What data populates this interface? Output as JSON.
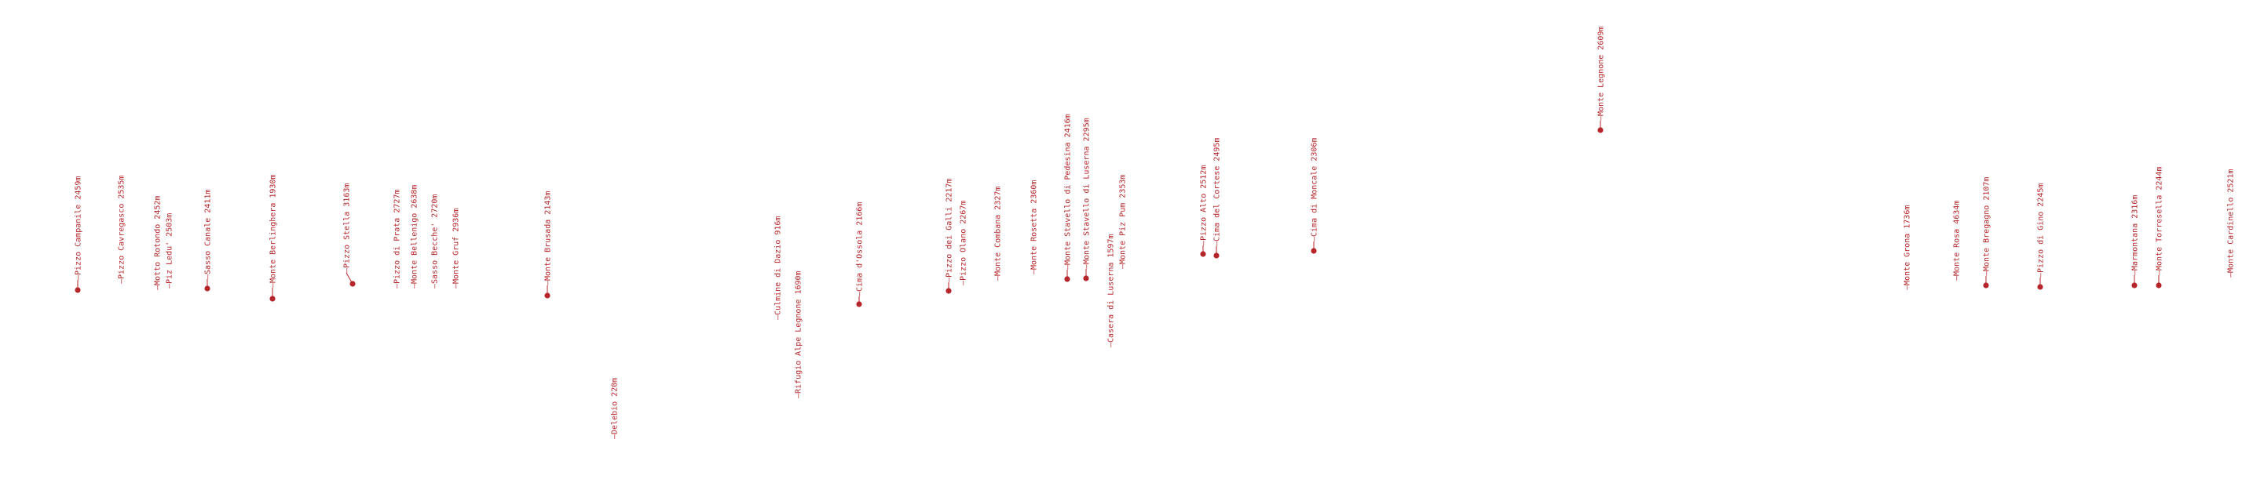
{
  "style": {
    "color": "#b5262b"
  },
  "peaks": [
    {
      "name": "Pizzo Campanile 2459m",
      "dot": true
    },
    {
      "name": "Pizzo Cavregasco 2535m",
      "dot": false
    },
    {
      "name": "Motto Rotondo 2452m",
      "dot": false
    },
    {
      "name": "Piz Ledu' 2503m",
      "dot": false
    },
    {
      "name": "Sasso Canale 2411m",
      "dot": true
    },
    {
      "name": "Monte Berlinghera 1930m",
      "dot": true
    },
    {
      "name": "Pizzo Stella 3163m",
      "dot": true
    },
    {
      "name": "Pizzo di Prata 2727m",
      "dot": false
    },
    {
      "name": "Monte Bellenigo 2638m",
      "dot": false
    },
    {
      "name": "Sasso Becche' 2720m",
      "dot": false
    },
    {
      "name": "Monte Gruf 2936m",
      "dot": false
    },
    {
      "name": "Monte Brusada 2143m",
      "dot": true
    },
    {
      "name": "Delebio 220m",
      "dot": false
    },
    {
      "name": "Culmine di Dazio 916m",
      "dot": false
    },
    {
      "name": "Rifugio Alpe Legnone 1690m",
      "dot": false
    },
    {
      "name": "Cima d'Ossola 2166m",
      "dot": true
    },
    {
      "name": "Pizzo dei Galli 2217m",
      "dot": true
    },
    {
      "name": "Pizzo Olano 2267m",
      "dot": false
    },
    {
      "name": "Monte Combana 2327m",
      "dot": false
    },
    {
      "name": "Monte Rosetta 2360m",
      "dot": false
    },
    {
      "name": "Monte Stavello di Pedesina 2416m",
      "dot": true
    },
    {
      "name": "Monte Stavello di Luserna 2295m",
      "dot": true
    },
    {
      "name": "Casera di Luserna 1597m",
      "dot": false
    },
    {
      "name": "Monte Piz Pum 2353m",
      "dot": false
    },
    {
      "name": "Pizzo Alto 2512m",
      "dot": true
    },
    {
      "name": "Cima del Cortese 2495m",
      "dot": true
    },
    {
      "name": "Cima di Moncale 2306m",
      "dot": true
    },
    {
      "name": "Monte Legnone 2609m",
      "dot": true
    },
    {
      "name": "Monte Grona 1736m",
      "dot": false
    },
    {
      "name": "Monte Rosa 4634m",
      "dot": false
    },
    {
      "name": "Monte Bregagno 2107m",
      "dot": true
    },
    {
      "name": "Pizzo di Gino 2245m",
      "dot": true
    },
    {
      "name": "Marmontana 2316m",
      "dot": true
    },
    {
      "name": "Monte Torresella 2244m",
      "dot": true
    },
    {
      "name": "Monte Cardinello 2521m",
      "dot": false
    }
  ]
}
